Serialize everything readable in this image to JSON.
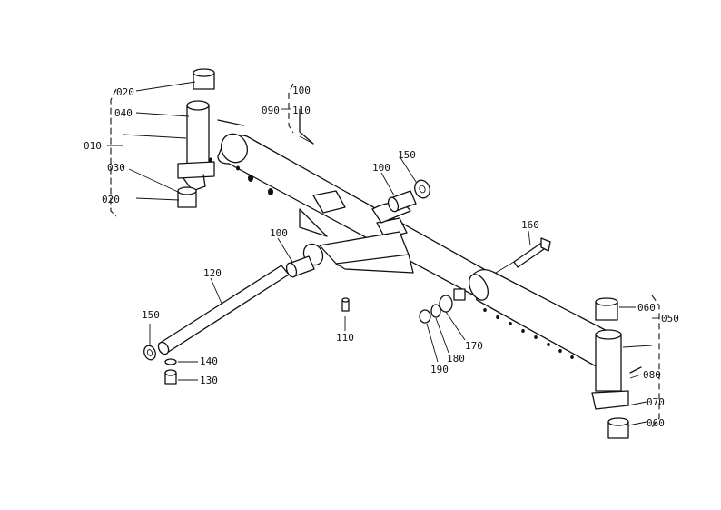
{
  "diagram": {
    "labels": {
      "p010": "010",
      "p020a": "020",
      "p020b": "020",
      "p030": "030",
      "p040": "040",
      "p050": "050",
      "p060a": "060",
      "p060b": "060",
      "p070": "070",
      "p080": "080",
      "p090": "090",
      "p100a": "100",
      "p100b": "100",
      "p100c": "100",
      "p110a": "110",
      "p110b": "110",
      "p120": "120",
      "p130": "130",
      "p140": "140",
      "p150a": "150",
      "p150b": "150",
      "p160": "160",
      "p170": "170",
      "p180": "180",
      "p190": "190"
    }
  }
}
